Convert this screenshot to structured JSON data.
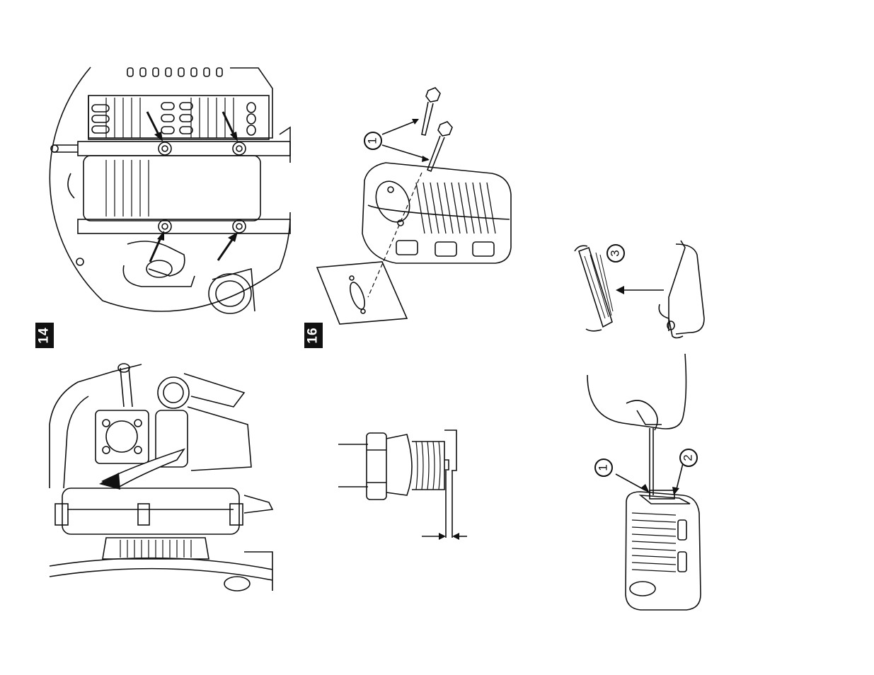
{
  "figures": {
    "fig14": {
      "number": "14"
    },
    "fig16": {
      "number": "16"
    }
  },
  "callouts": {
    "bolts": "1",
    "screwdriver_tip": "1",
    "cover_tab": "2",
    "screen": "3"
  },
  "colors": {
    "ink": "#111111",
    "paper": "#ffffff"
  }
}
